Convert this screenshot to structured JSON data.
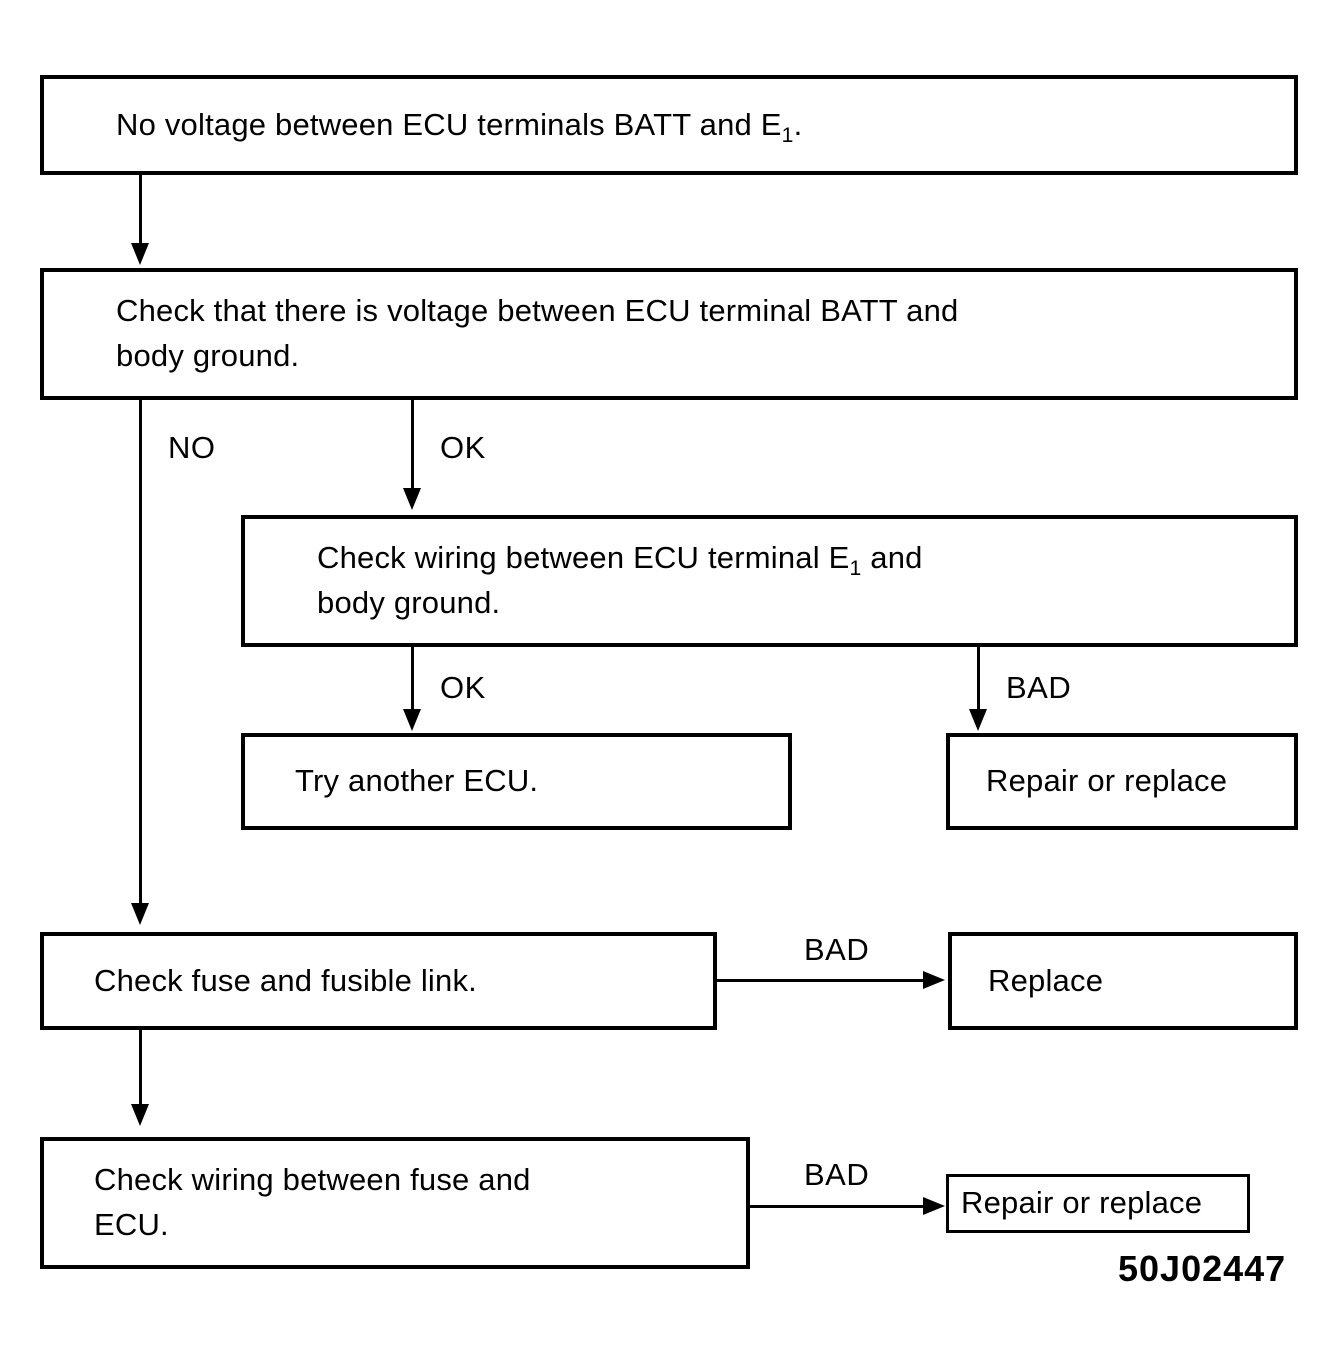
{
  "figure": {
    "id_code": "50J02447",
    "type": "troubleshooting-flowchart"
  },
  "nodes": {
    "symptom": {
      "label": "No voltage between ECU terminals BATT and E",
      "label_subscript": "1",
      "label_suffix": "."
    },
    "check_batt_voltage": {
      "label": "Check that there is voltage between ECU terminal BATT and\nbody ground."
    },
    "check_e1_wiring": {
      "label_part1": "Check wiring between ECU terminal E",
      "label_subscript": "1",
      "label_part2": " and\nbody ground."
    },
    "try_another_ecu": {
      "label": "Try another ECU."
    },
    "repair_or_replace_e1": {
      "label": "Repair or replace"
    },
    "check_fuse": {
      "label": "Check fuse and fusible link."
    },
    "replace_fuse": {
      "label": "Replace"
    },
    "check_fuse_wiring": {
      "label": "Check wiring between fuse and\nECU."
    },
    "repair_or_replace_wiring": {
      "label": "Repair or replace"
    }
  },
  "edges": {
    "symptom_to_check_batt": {
      "label": ""
    },
    "check_batt_no": {
      "label": "NO"
    },
    "check_batt_ok": {
      "label": "OK"
    },
    "check_e1_ok": {
      "label": "OK"
    },
    "check_e1_bad": {
      "label": "BAD"
    },
    "check_fuse_bad": {
      "label": "BAD"
    },
    "check_fuse_wiring_bad": {
      "label": "BAD"
    }
  },
  "colors": {
    "line": "#000000",
    "background": "#ffffff",
    "text": "#000000"
  }
}
